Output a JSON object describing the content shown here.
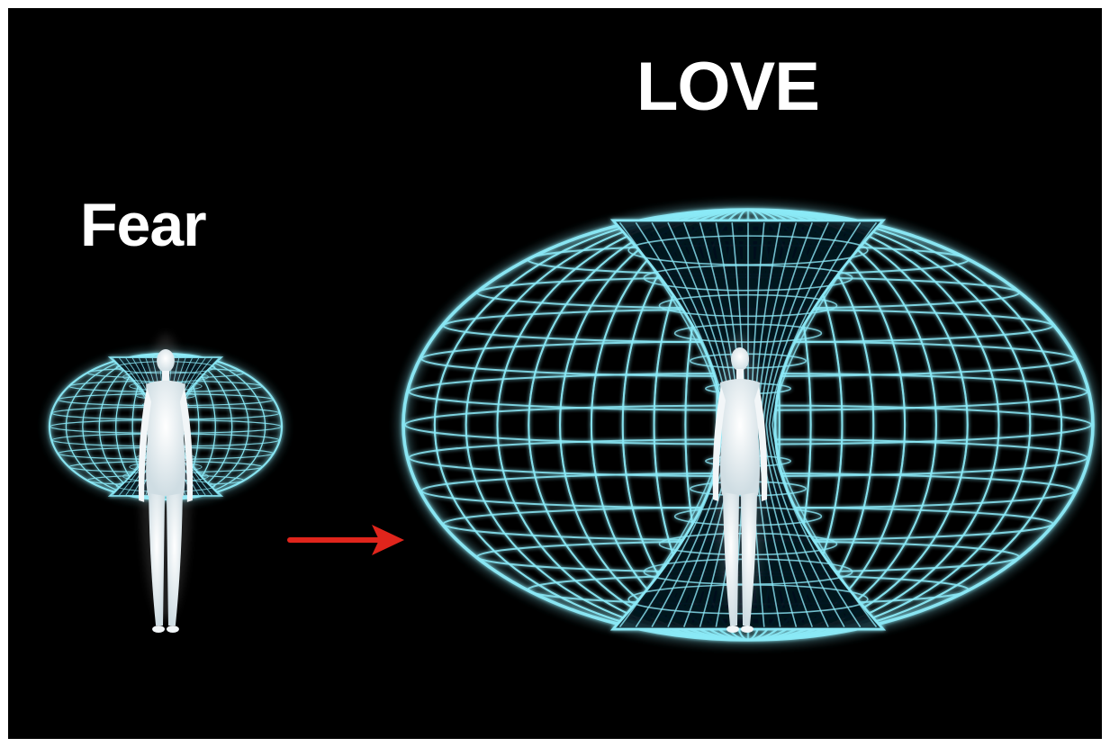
{
  "labels": {
    "left": "Fear",
    "right": "LOVE"
  },
  "colors": {
    "background": "#000000",
    "frame": "#ffffff",
    "field": "#8be9f7",
    "figure": "#f2f6f8",
    "arrow": "#e0251c"
  },
  "figures": [
    {
      "name": "fear-energy-field",
      "scale": "small"
    },
    {
      "name": "love-energy-field",
      "scale": "large"
    }
  ]
}
